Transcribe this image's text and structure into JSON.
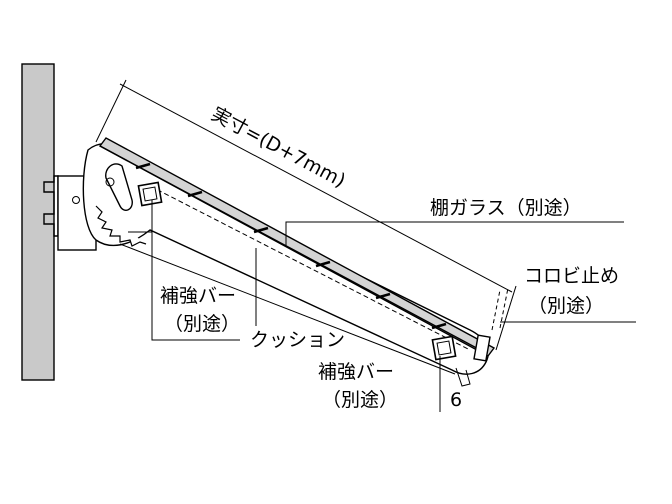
{
  "labels": {
    "dimension": "実寸=(D+7mm)",
    "shelf_glass": "棚ガラス（別途）",
    "stopper_line1": "コロビ止め",
    "stopper_line2": "（別途）",
    "reinforce_left_line1": "補強バー",
    "reinforce_left_line2": "（別途）",
    "cushion": "クッション",
    "reinforce_bottom_line1": "補強バー",
    "reinforce_bottom_line2": "（別途）",
    "number_6": "6"
  },
  "colors": {
    "wall": "#c9c9c9",
    "glass": "#d4d4d4",
    "line": "#000000"
  }
}
